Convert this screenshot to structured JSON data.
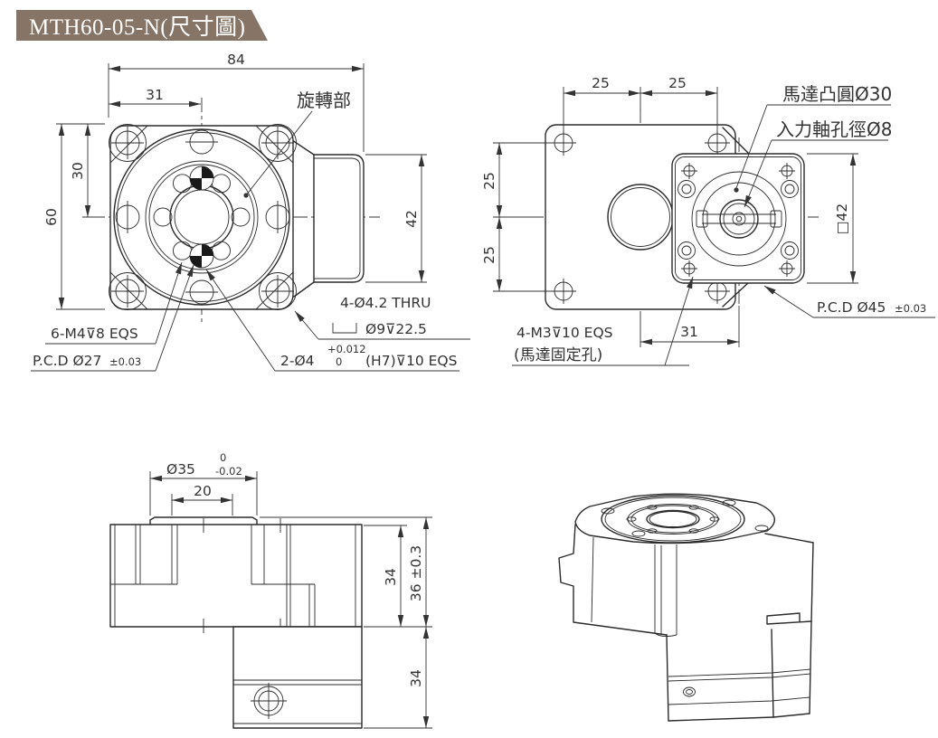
{
  "title": {
    "text": "MTH60-05-N(尺寸圖)"
  },
  "colors": {
    "banner_bg": "#867567",
    "banner_text": "#ffffff",
    "line": "#2b2b2b",
    "dim": "#333333"
  },
  "front_view": {
    "dim_total_width": "84",
    "dim_center_offset": "31",
    "dim_height": "60",
    "dim_half_height": "30",
    "dim_housing_height": "42",
    "label_rotating_part": "旋轉部",
    "ann_corner_holes": "4-Ø4.2 THRU",
    "ann_counterbore": "Ø9⊽22.5",
    "ann_tap_holes": "6-M4⊽8 EQS",
    "ann_pcd": "P.C.D Ø27",
    "ann_pcd_tol": "±0.03",
    "ann_pin_prefix": "2-Ø4",
    "ann_pin_tol_top": "+0.012",
    "ann_pin_tol_bottom": "0",
    "ann_pin_suffix": "(H7)⊽10 EQS"
  },
  "rear_view": {
    "dim_top_left": "25",
    "dim_top_right": "25",
    "dim_left_upper": "25",
    "dim_left_lower": "25",
    "dim_square": "□42",
    "dim_hole_offset": "31",
    "label_motor_boss": "馬達凸圓Ø30",
    "label_input_shaft": "入力軸孔徑Ø8",
    "ann_pcd": "P.C.D Ø45",
    "ann_pcd_tol": "±0.03",
    "ann_motor_holes": "4-M3⊽10 EQS",
    "ann_motor_holes_note": "(馬達固定孔)"
  },
  "side_view": {
    "dim_boss_dia": "Ø35",
    "dim_boss_tol_top": "0",
    "dim_boss_tol_bottom": "-0.02",
    "dim_inner_width": "20",
    "dim_gear_height": "34",
    "dim_gear_total": "36 ±0.3",
    "dim_motor_height": "34"
  }
}
